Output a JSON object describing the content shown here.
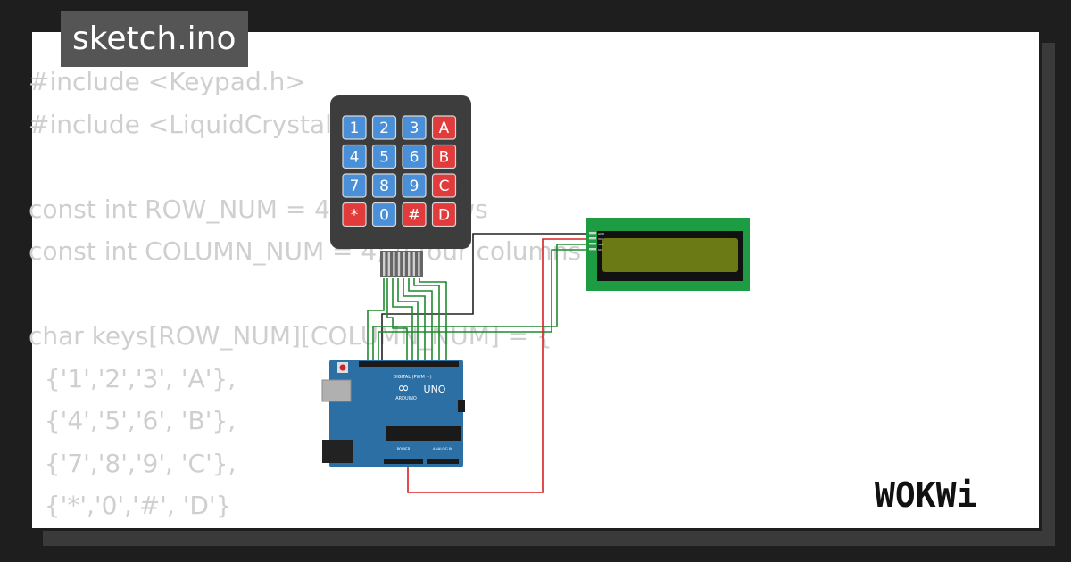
{
  "file_tab": {
    "title": "sketch.ino"
  },
  "code_lines": [
    "#include <Keypad.h>",
    "#include <LiquidCrystal_I2C.h>",
    "",
    "const int ROW_NUM = 4; // four rows",
    "const int COLUMN_NUM = 4; // four columns",
    "",
    "char keys[ROW_NUM][COLUMN_NUM] = {",
    "  {'1','2','3', 'A'},",
    "  {'4','5','6', 'B'},",
    "  {'7','8','9', 'C'},",
    "  {'*','0','#', 'D'}"
  ],
  "keypad": {
    "keys": [
      [
        "1",
        "2",
        "3",
        "A"
      ],
      [
        "4",
        "5",
        "6",
        "B"
      ],
      [
        "7",
        "8",
        "9",
        "C"
      ],
      [
        "*",
        "0",
        "#",
        "D"
      ]
    ]
  },
  "arduino": {
    "brand": "ARDUINO",
    "model": "UNO",
    "header_digital": "DIGITAL (PWM ~)",
    "header_power": "POWER",
    "header_analog": "ANALOG IN"
  },
  "lcd": {
    "pins": [
      "GND",
      "VCC",
      "SDA",
      "SCL"
    ]
  },
  "logo": {
    "text": "WOKWi"
  },
  "colors": {
    "key_blue": "#4a90d9",
    "key_red": "#e23b3b",
    "keypad_body": "#3d3d3d",
    "board_blue": "#2b6fa5",
    "lcd_green": "#1d9c44",
    "lcd_screen": "#6b7a14",
    "wire_green": "#1f8a2e",
    "wire_red": "#d62020",
    "tab_bg": "#555555"
  }
}
